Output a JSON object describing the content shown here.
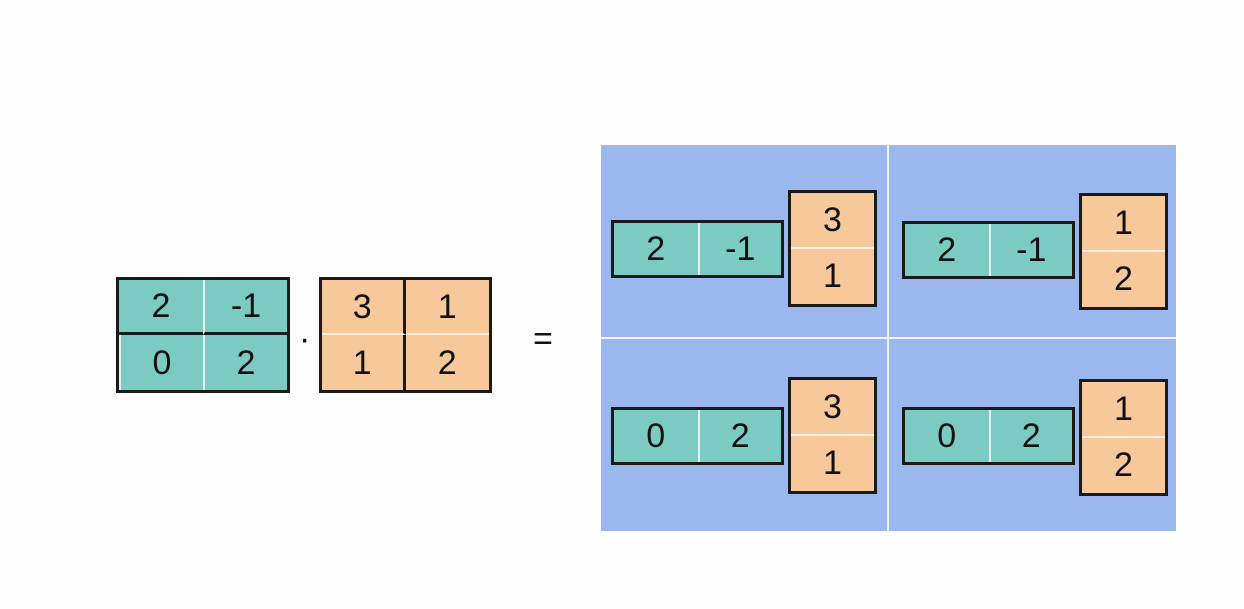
{
  "matrix_a": [
    [
      "2",
      "-1"
    ],
    [
      "0",
      "2"
    ]
  ],
  "matrix_b": [
    [
      "3",
      "1"
    ],
    [
      "1",
      "2"
    ]
  ],
  "dot": "·",
  "equals": "=",
  "products": [
    {
      "row": [
        "2",
        "-1"
      ],
      "col": [
        "3",
        "1"
      ]
    },
    {
      "row": [
        "2",
        "-1"
      ],
      "col": [
        "1",
        "2"
      ]
    },
    {
      "row": [
        "0",
        "2"
      ],
      "col": [
        "3",
        "1"
      ]
    },
    {
      "row": [
        "0",
        "2"
      ],
      "col": [
        "1",
        "2"
      ]
    }
  ],
  "colors": {
    "teal": "#7ccbc3",
    "orange": "#f7c99a",
    "panel": "#9bb8ee"
  }
}
